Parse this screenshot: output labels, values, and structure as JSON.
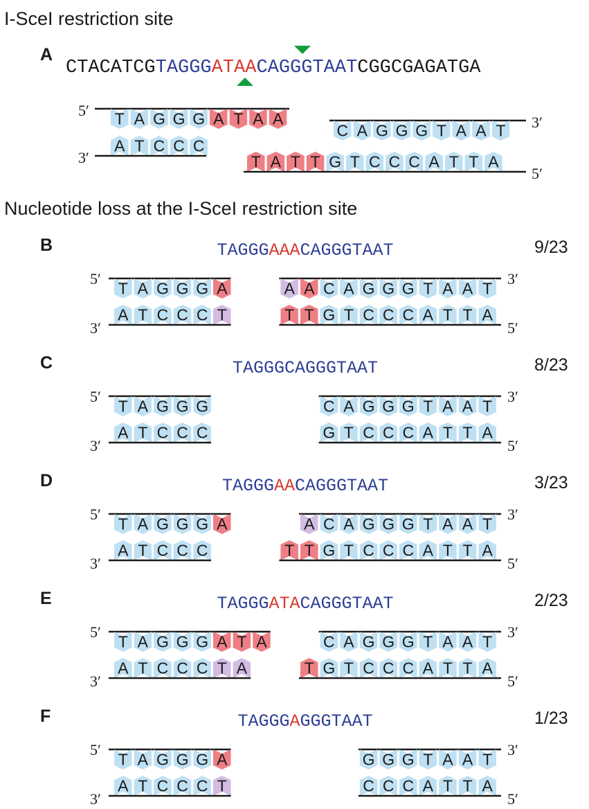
{
  "colors": {
    "blue_text": "#2e3f94",
    "red_text": "#d63a2f",
    "black_text": "#1a1a1a",
    "tile_blue": "#bfe0f2",
    "tile_red": "#ef7f86",
    "tile_purple": "#d2bce3",
    "arrow_green": "#139e3c"
  },
  "headings": {
    "site": "I-SceI restriction site",
    "loss": "Nucleotide loss at the I-SceI restriction site"
  },
  "ends": {
    "five": "5′",
    "three": "3′"
  },
  "panel_a": {
    "label": "A",
    "sequence": [
      {
        "text": "CTACATCG",
        "color": "black"
      },
      {
        "text": "TAGGG",
        "color": "blue"
      },
      {
        "text": "ATAA",
        "color": "red"
      },
      {
        "text": "CAGGGTAAT",
        "color": "blue"
      },
      {
        "text": "CGGCGAGATGA",
        "color": "black"
      }
    ],
    "cut_arrows": [
      "green-down-arrow-icon",
      "green-up-arrow-icon"
    ],
    "left_fragment": {
      "top": [
        {
          "b": "T",
          "c": "b"
        },
        {
          "b": "A",
          "c": "b"
        },
        {
          "b": "G",
          "c": "b"
        },
        {
          "b": "G",
          "c": "b"
        },
        {
          "b": "G",
          "c": "b"
        },
        {
          "b": "A",
          "c": "r"
        },
        {
          "b": "T",
          "c": "r"
        },
        {
          "b": "A",
          "c": "r"
        },
        {
          "b": "A",
          "c": "r"
        }
      ],
      "bottom": [
        {
          "b": "A",
          "c": "b"
        },
        {
          "b": "T",
          "c": "b"
        },
        {
          "b": "C",
          "c": "b"
        },
        {
          "b": "C",
          "c": "b"
        },
        {
          "b": "C",
          "c": "b"
        }
      ]
    },
    "right_fragment": {
      "top": [
        {
          "b": "C",
          "c": "b"
        },
        {
          "b": "A",
          "c": "b"
        },
        {
          "b": "G",
          "c": "b"
        },
        {
          "b": "G",
          "c": "b"
        },
        {
          "b": "G",
          "c": "b"
        },
        {
          "b": "T",
          "c": "b"
        },
        {
          "b": "A",
          "c": "b"
        },
        {
          "b": "A",
          "c": "b"
        },
        {
          "b": "T",
          "c": "b"
        }
      ],
      "bottom": [
        {
          "b": "T",
          "c": "r"
        },
        {
          "b": "A",
          "c": "r"
        },
        {
          "b": "T",
          "c": "r"
        },
        {
          "b": "T",
          "c": "r"
        },
        {
          "b": "G",
          "c": "b"
        },
        {
          "b": "T",
          "c": "b"
        },
        {
          "b": "C",
          "c": "b"
        },
        {
          "b": "C",
          "c": "b"
        },
        {
          "b": "C",
          "c": "b"
        },
        {
          "b": "A",
          "c": "b"
        },
        {
          "b": "T",
          "c": "b"
        },
        {
          "b": "T",
          "c": "b"
        },
        {
          "b": "A",
          "c": "b"
        }
      ]
    }
  },
  "panels": [
    {
      "label": "B",
      "count": "9/23",
      "sequence": [
        {
          "text": "TAGGG",
          "color": "blue"
        },
        {
          "text": "AAA",
          "color": "red"
        },
        {
          "text": "CAGGGTAAT",
          "color": "blue"
        }
      ],
      "left": {
        "top": [
          {
            "b": "T",
            "c": "b"
          },
          {
            "b": "A",
            "c": "b"
          },
          {
            "b": "G",
            "c": "b"
          },
          {
            "b": "G",
            "c": "b"
          },
          {
            "b": "G",
            "c": "b"
          },
          {
            "b": "A",
            "c": "r"
          }
        ],
        "bottom": [
          {
            "b": "A",
            "c": "b"
          },
          {
            "b": "T",
            "c": "b"
          },
          {
            "b": "C",
            "c": "b"
          },
          {
            "b": "C",
            "c": "b"
          },
          {
            "b": "C",
            "c": "b"
          },
          {
            "b": "T",
            "c": "p"
          }
        ]
      },
      "right": {
        "top": [
          {
            "b": "A",
            "c": "p"
          },
          {
            "b": "A",
            "c": "r"
          },
          {
            "b": "C",
            "c": "b"
          },
          {
            "b": "A",
            "c": "b"
          },
          {
            "b": "G",
            "c": "b"
          },
          {
            "b": "G",
            "c": "b"
          },
          {
            "b": "G",
            "c": "b"
          },
          {
            "b": "T",
            "c": "b"
          },
          {
            "b": "A",
            "c": "b"
          },
          {
            "b": "A",
            "c": "b"
          },
          {
            "b": "T",
            "c": "b"
          }
        ],
        "bottom": [
          {
            "b": "T",
            "c": "r"
          },
          {
            "b": "T",
            "c": "r"
          },
          {
            "b": "G",
            "c": "b"
          },
          {
            "b": "T",
            "c": "b"
          },
          {
            "b": "C",
            "c": "b"
          },
          {
            "b": "C",
            "c": "b"
          },
          {
            "b": "C",
            "c": "b"
          },
          {
            "b": "A",
            "c": "b"
          },
          {
            "b": "T",
            "c": "b"
          },
          {
            "b": "T",
            "c": "b"
          },
          {
            "b": "A",
            "c": "b"
          }
        ]
      }
    },
    {
      "label": "C",
      "count": "8/23",
      "sequence": [
        {
          "text": "TAGGGCAGGGTAAT",
          "color": "blue"
        }
      ],
      "left": {
        "top": [
          {
            "b": "T",
            "c": "b"
          },
          {
            "b": "A",
            "c": "b"
          },
          {
            "b": "G",
            "c": "b"
          },
          {
            "b": "G",
            "c": "b"
          },
          {
            "b": "G",
            "c": "b"
          }
        ],
        "bottom": [
          {
            "b": "A",
            "c": "b"
          },
          {
            "b": "T",
            "c": "b"
          },
          {
            "b": "C",
            "c": "b"
          },
          {
            "b": "C",
            "c": "b"
          },
          {
            "b": "C",
            "c": "b"
          }
        ]
      },
      "right": {
        "top": [
          {
            "b": "C",
            "c": "b"
          },
          {
            "b": "A",
            "c": "b"
          },
          {
            "b": "G",
            "c": "b"
          },
          {
            "b": "G",
            "c": "b"
          },
          {
            "b": "G",
            "c": "b"
          },
          {
            "b": "T",
            "c": "b"
          },
          {
            "b": "A",
            "c": "b"
          },
          {
            "b": "A",
            "c": "b"
          },
          {
            "b": "T",
            "c": "b"
          }
        ],
        "bottom": [
          {
            "b": "G",
            "c": "b"
          },
          {
            "b": "T",
            "c": "b"
          },
          {
            "b": "C",
            "c": "b"
          },
          {
            "b": "C",
            "c": "b"
          },
          {
            "b": "C",
            "c": "b"
          },
          {
            "b": "A",
            "c": "b"
          },
          {
            "b": "T",
            "c": "b"
          },
          {
            "b": "T",
            "c": "b"
          },
          {
            "b": "A",
            "c": "b"
          }
        ]
      }
    },
    {
      "label": "D",
      "count": "3/23",
      "sequence": [
        {
          "text": "TAGGG",
          "color": "blue"
        },
        {
          "text": "AA",
          "color": "red"
        },
        {
          "text": "CAGGGTAAT",
          "color": "blue"
        }
      ],
      "left": {
        "top": [
          {
            "b": "T",
            "c": "b"
          },
          {
            "b": "A",
            "c": "b"
          },
          {
            "b": "G",
            "c": "b"
          },
          {
            "b": "G",
            "c": "b"
          },
          {
            "b": "G",
            "c": "b"
          },
          {
            "b": "A",
            "c": "r"
          }
        ],
        "bottom": [
          {
            "b": "A",
            "c": "b"
          },
          {
            "b": "T",
            "c": "b"
          },
          {
            "b": "C",
            "c": "b"
          },
          {
            "b": "C",
            "c": "b"
          },
          {
            "b": "C",
            "c": "b"
          }
        ]
      },
      "right": {
        "top": [
          {
            "b": "A",
            "c": "p"
          },
          {
            "b": "C",
            "c": "b"
          },
          {
            "b": "A",
            "c": "b"
          },
          {
            "b": "G",
            "c": "b"
          },
          {
            "b": "G",
            "c": "b"
          },
          {
            "b": "G",
            "c": "b"
          },
          {
            "b": "T",
            "c": "b"
          },
          {
            "b": "A",
            "c": "b"
          },
          {
            "b": "A",
            "c": "b"
          },
          {
            "b": "T",
            "c": "b"
          }
        ],
        "bottom": [
          {
            "b": "T",
            "c": "r"
          },
          {
            "b": "T",
            "c": "r"
          },
          {
            "b": "G",
            "c": "b"
          },
          {
            "b": "T",
            "c": "b"
          },
          {
            "b": "C",
            "c": "b"
          },
          {
            "b": "C",
            "c": "b"
          },
          {
            "b": "C",
            "c": "b"
          },
          {
            "b": "A",
            "c": "b"
          },
          {
            "b": "T",
            "c": "b"
          },
          {
            "b": "T",
            "c": "b"
          },
          {
            "b": "A",
            "c": "b"
          }
        ]
      }
    },
    {
      "label": "E",
      "count": "2/23",
      "sequence": [
        {
          "text": "TAGGG",
          "color": "blue"
        },
        {
          "text": "ATA",
          "color": "red"
        },
        {
          "text": "CAGGGTAAT",
          "color": "blue"
        }
      ],
      "left": {
        "top": [
          {
            "b": "T",
            "c": "b"
          },
          {
            "b": "A",
            "c": "b"
          },
          {
            "b": "G",
            "c": "b"
          },
          {
            "b": "G",
            "c": "b"
          },
          {
            "b": "G",
            "c": "b"
          },
          {
            "b": "A",
            "c": "r"
          },
          {
            "b": "T",
            "c": "r"
          },
          {
            "b": "A",
            "c": "r"
          }
        ],
        "bottom": [
          {
            "b": "A",
            "c": "b"
          },
          {
            "b": "T",
            "c": "b"
          },
          {
            "b": "C",
            "c": "b"
          },
          {
            "b": "C",
            "c": "b"
          },
          {
            "b": "C",
            "c": "b"
          },
          {
            "b": "T",
            "c": "p"
          },
          {
            "b": "A",
            "c": "p"
          }
        ]
      },
      "right": {
        "top": [
          {
            "b": "C",
            "c": "b"
          },
          {
            "b": "A",
            "c": "b"
          },
          {
            "b": "G",
            "c": "b"
          },
          {
            "b": "G",
            "c": "b"
          },
          {
            "b": "G",
            "c": "b"
          },
          {
            "b": "T",
            "c": "b"
          },
          {
            "b": "A",
            "c": "b"
          },
          {
            "b": "A",
            "c": "b"
          },
          {
            "b": "T",
            "c": "b"
          }
        ],
        "bottom": [
          {
            "b": "T",
            "c": "r"
          },
          {
            "b": "G",
            "c": "b"
          },
          {
            "b": "T",
            "c": "b"
          },
          {
            "b": "C",
            "c": "b"
          },
          {
            "b": "C",
            "c": "b"
          },
          {
            "b": "C",
            "c": "b"
          },
          {
            "b": "A",
            "c": "b"
          },
          {
            "b": "T",
            "c": "b"
          },
          {
            "b": "T",
            "c": "b"
          },
          {
            "b": "A",
            "c": "b"
          }
        ]
      }
    },
    {
      "label": "F",
      "count": "1/23",
      "sequence": [
        {
          "text": "TAGGG",
          "color": "blue"
        },
        {
          "text": "A",
          "color": "red"
        },
        {
          "text": "GGGTAAT",
          "color": "blue"
        }
      ],
      "left": {
        "top": [
          {
            "b": "T",
            "c": "b"
          },
          {
            "b": "A",
            "c": "b"
          },
          {
            "b": "G",
            "c": "b"
          },
          {
            "b": "G",
            "c": "b"
          },
          {
            "b": "G",
            "c": "b"
          },
          {
            "b": "A",
            "c": "r"
          }
        ],
        "bottom": [
          {
            "b": "A",
            "c": "b"
          },
          {
            "b": "T",
            "c": "b"
          },
          {
            "b": "C",
            "c": "b"
          },
          {
            "b": "C",
            "c": "b"
          },
          {
            "b": "C",
            "c": "b"
          },
          {
            "b": "T",
            "c": "p"
          }
        ]
      },
      "right": {
        "top": [
          {
            "b": "G",
            "c": "b"
          },
          {
            "b": "G",
            "c": "b"
          },
          {
            "b": "G",
            "c": "b"
          },
          {
            "b": "T",
            "c": "b"
          },
          {
            "b": "A",
            "c": "b"
          },
          {
            "b": "A",
            "c": "b"
          },
          {
            "b": "T",
            "c": "b"
          }
        ],
        "bottom": [
          {
            "b": "C",
            "c": "b"
          },
          {
            "b": "C",
            "c": "b"
          },
          {
            "b": "C",
            "c": "b"
          },
          {
            "b": "A",
            "c": "b"
          },
          {
            "b": "T",
            "c": "b"
          },
          {
            "b": "T",
            "c": "b"
          },
          {
            "b": "A",
            "c": "b"
          }
        ]
      }
    }
  ]
}
